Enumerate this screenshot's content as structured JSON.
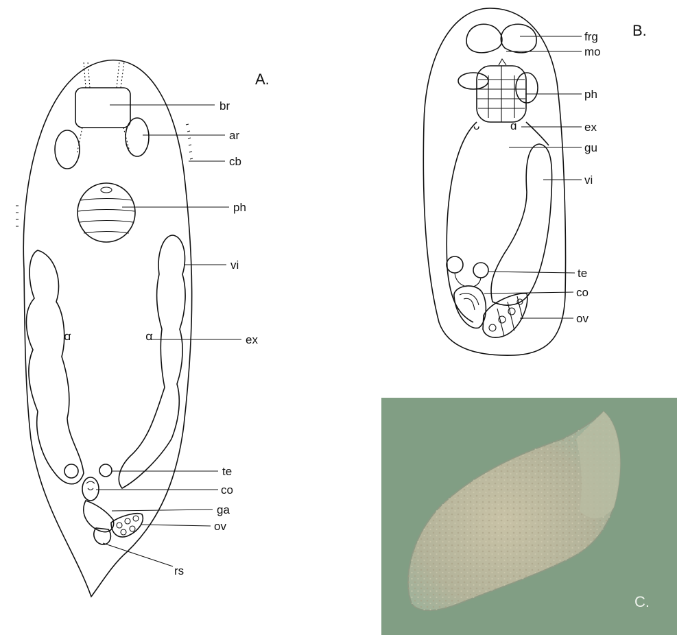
{
  "panels": {
    "a": {
      "label": "A.",
      "annotations": [
        "br",
        "ar",
        "cb",
        "ph",
        "vi",
        "ex",
        "te",
        "co",
        "ga",
        "ov",
        "rs"
      ]
    },
    "b": {
      "label": "B.",
      "annotations": [
        "frg",
        "mo",
        "ph",
        "ex",
        "gu",
        "vi",
        "te",
        "co",
        "ov"
      ]
    },
    "c": {
      "label": "C.",
      "image": "micrograph of a flatworm on a green background"
    }
  },
  "colors": {
    "ink": "#111111",
    "paper": "#ffffff",
    "micrograph_bg": "#7d9a80",
    "specimen": "#b7b39a"
  }
}
